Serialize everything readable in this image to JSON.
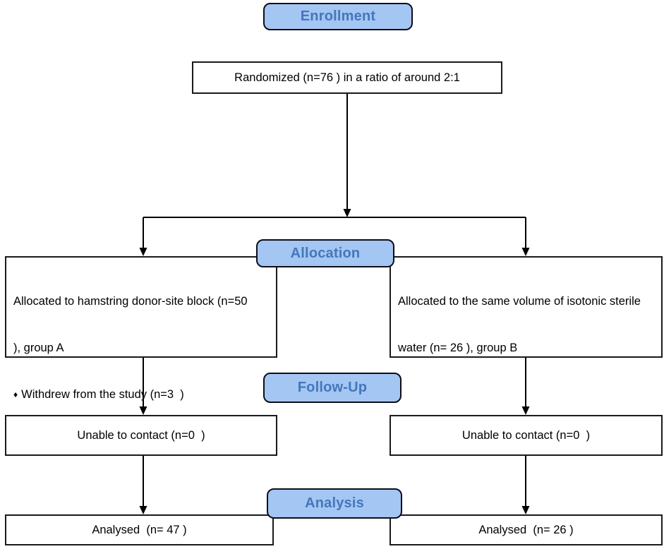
{
  "diagram": {
    "stages": {
      "enrollment": "Enrollment",
      "allocation": "Allocation",
      "followup": "Follow-Up",
      "analysis": "Analysis"
    },
    "boxes": {
      "randomized": "Randomized (n=76 ) in a ratio of around 2:1",
      "group_a_allocation_line1": "Allocated to hamstring donor-site block (n=50",
      "group_a_allocation_line2": "), group A",
      "group_a_withdrew_bullet": "♦",
      "group_a_withdrew": "Withdrew from the study (n=3  )",
      "group_b_allocation_line1": "Allocated to the same volume of isotonic sterile",
      "group_b_allocation_line2": "water (n= 26 ), group B",
      "group_a_followup": "Unable to contact (n=0  )",
      "group_b_followup": "Unable to contact (n=0  )",
      "group_a_analysed": "Analysed  (n= 47 )",
      "group_b_analysed": "Analysed  (n= 26 )"
    },
    "colors": {
      "stage_fill": "#a4c6f2",
      "stage_border": "#0d0d18",
      "stage_text": "#4477bc",
      "box_border": "#1a1a1a",
      "box_text": "#000000",
      "arrow": "#000000"
    }
  }
}
